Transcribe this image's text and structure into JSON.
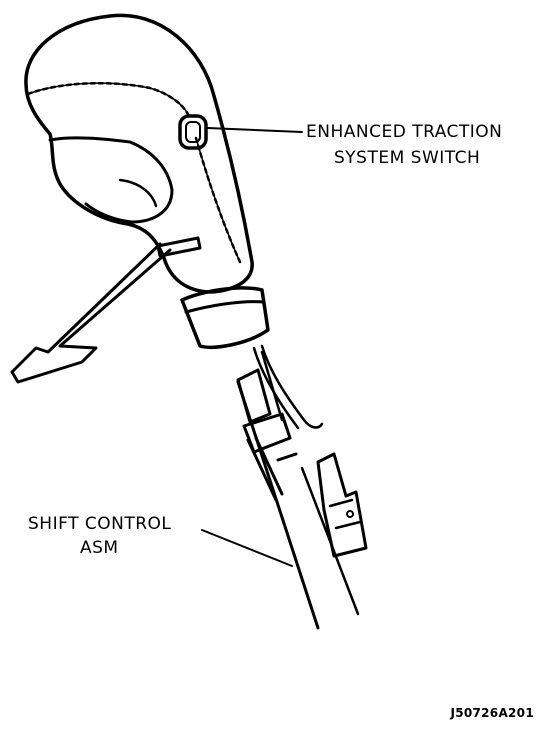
{
  "callouts": {
    "traction_switch_line1": "ENHANCED TRACTION",
    "traction_switch_line2": "SYSTEM SWITCH",
    "shift_control_line1": "SHIFT CONTROL",
    "shift_control_line2": "ASM"
  },
  "figure_code": "J50726A201",
  "colors": {
    "ink": "#000000",
    "paper": "#ffffff"
  }
}
